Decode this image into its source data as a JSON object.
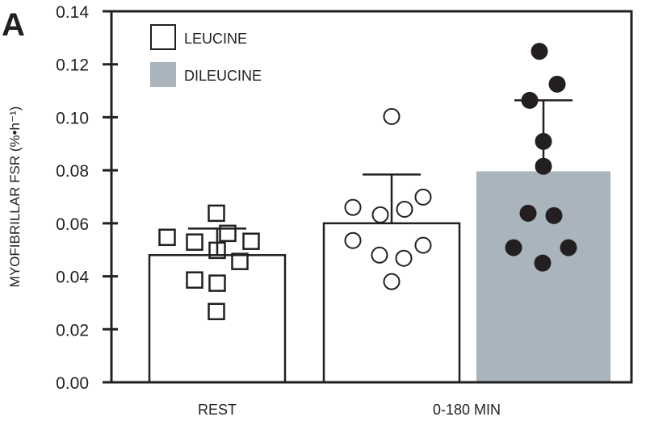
{
  "panel_label": "A",
  "chart_data": {
    "type": "bar",
    "title": "",
    "xlabel": "",
    "ylabel": "MYOFIBRILLAR FSR (%•h⁻¹)",
    "ylim": [
      0,
      0.14
    ],
    "yticks": [
      "0.00",
      "0.02",
      "0.04",
      "0.06",
      "0.08",
      "0.10",
      "0.12",
      "0.14"
    ],
    "categories": [
      "REST",
      "0-180 MIN"
    ],
    "legend": {
      "position": "top-left",
      "entries": [
        {
          "label": "LEUCINE",
          "color": "#ffffff"
        },
        {
          "label": "DILEUCINE",
          "color": "#a9b4bc"
        }
      ]
    },
    "bars": [
      {
        "category": "REST",
        "series": "LEUCINE",
        "mean": 0.048,
        "sd_upper": 0.058,
        "marker": "square",
        "points": [
          0.0547,
          0.0529,
          0.0638,
          0.0498,
          0.0562,
          0.0532,
          0.0456,
          0.0386,
          0.0374,
          0.0267
        ]
      },
      {
        "category": "0-180 MIN",
        "series": "LEUCINE",
        "mean": 0.06,
        "sd_upper": 0.0784,
        "marker": "open-circle",
        "points": [
          0.1003,
          0.066,
          0.0632,
          0.0653,
          0.0699,
          0.0535,
          0.048,
          0.0468,
          0.0517,
          0.038
        ]
      },
      {
        "category": "0-180 MIN",
        "series": "DILEUCINE",
        "mean": 0.0796,
        "sd_upper": 0.1064,
        "marker": "filled-circle",
        "points": [
          0.1249,
          0.1125,
          0.1064,
          0.0909,
          0.0815,
          0.0638,
          0.0629,
          0.0508,
          0.0508,
          0.045
        ]
      }
    ]
  }
}
